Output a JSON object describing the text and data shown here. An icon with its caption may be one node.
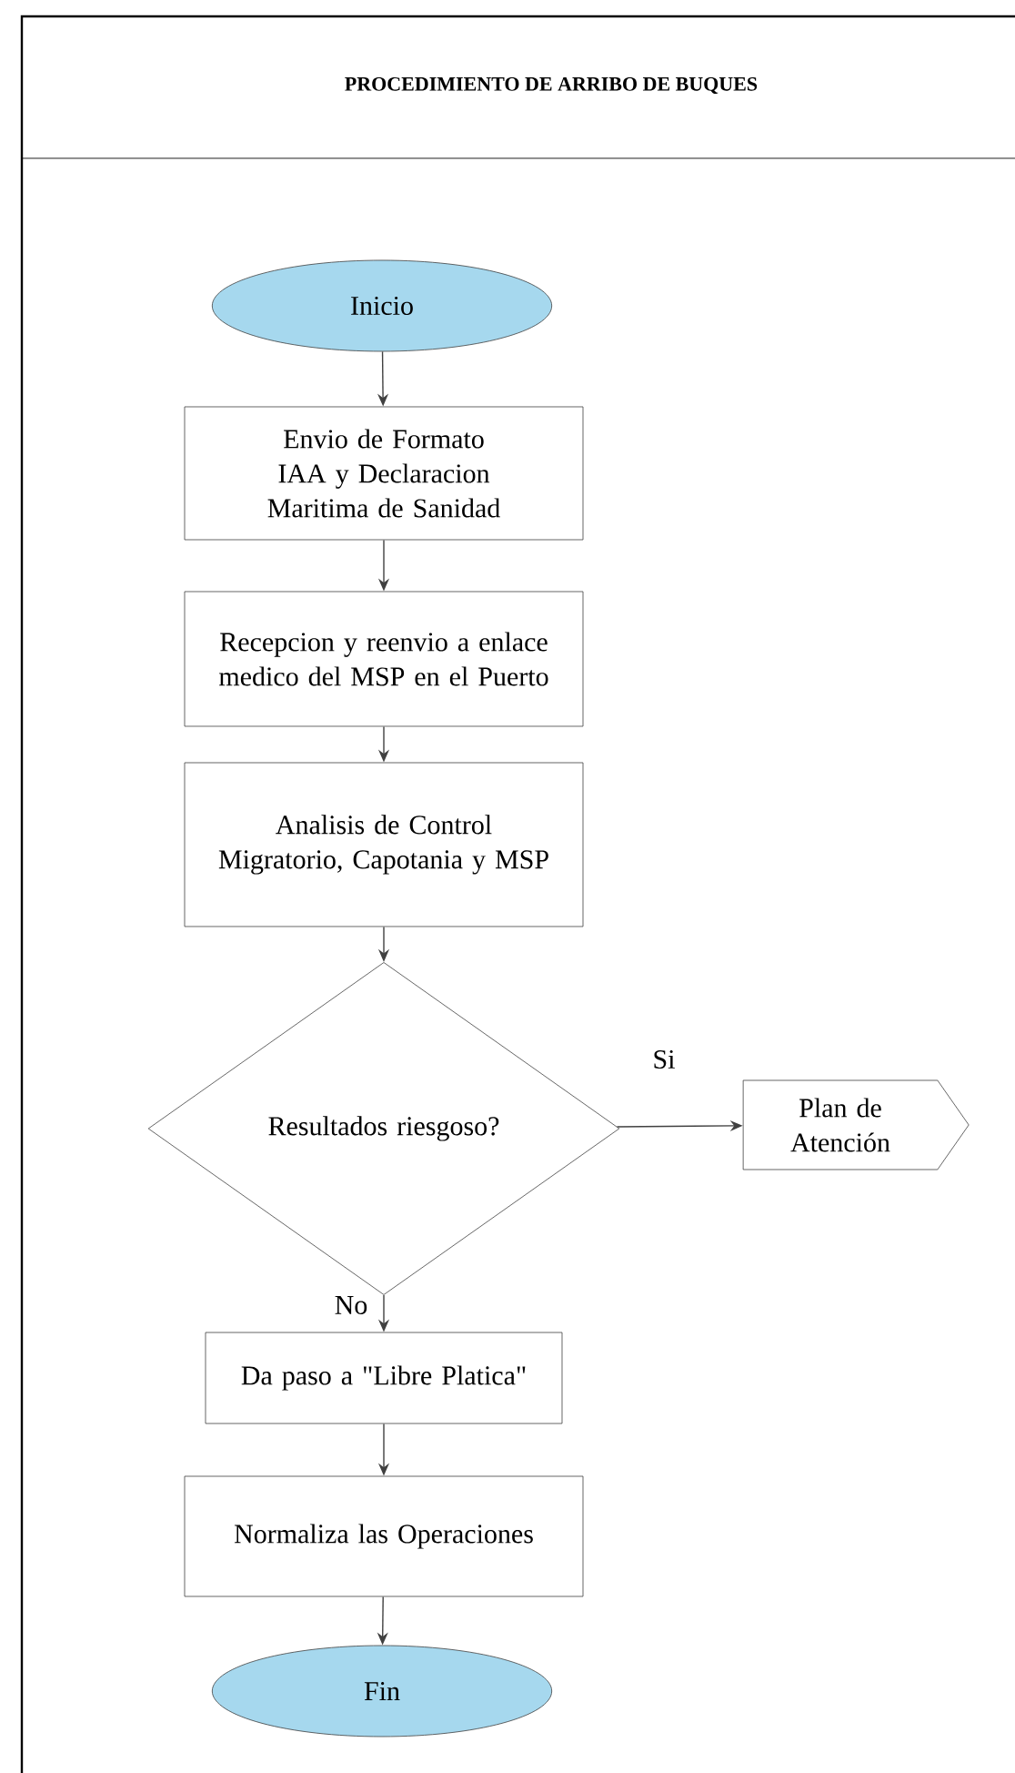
{
  "diagram": {
    "title": "PROCEDIMIENTO DE ARRIBO DE BUQUES",
    "nodes": [
      {
        "text": [
          "Inicio"
        ]
      },
      {
        "text": [
          "Envio de Formato IAA y Declaracion Maritima de Sanidad"
        ]
      },
      {
        "text": [
          "Recepcion y reenvio a enlace medico del MSP en el Puerto"
        ]
      },
      {
        "text": [
          "Analisis de Control Migratorio, Capotania y MSP"
        ]
      },
      {
        "text": [
          "Resultados riesgoso?"
        ]
      },
      {
        "text": [
          "Plan de Atención"
        ]
      },
      {
        "text": [
          "Da paso a \"Libre Platica\""
        ]
      },
      {
        "text": [
          "Normaliza las Operaciones"
        ]
      },
      {
        "text": [
          "Fin"
        ]
      }
    ],
    "edges": [
      {
        "from": 0,
        "to": 1,
        "arrow": "to"
      },
      {
        "from": 1,
        "to": 2,
        "arrow": "to"
      },
      {
        "from": 2,
        "to": 3,
        "arrow": "to"
      },
      {
        "from": 3,
        "to": 4,
        "arrow": "to"
      },
      {
        "from": 4,
        "to": 5,
        "arrow": "to",
        "label": "Si"
      },
      {
        "from": 4,
        "to": 6,
        "arrow": "to",
        "label": "No"
      },
      {
        "from": 6,
        "to": 7,
        "arrow": "to"
      },
      {
        "from": 7,
        "to": 8,
        "arrow": "to"
      }
    ]
  }
}
